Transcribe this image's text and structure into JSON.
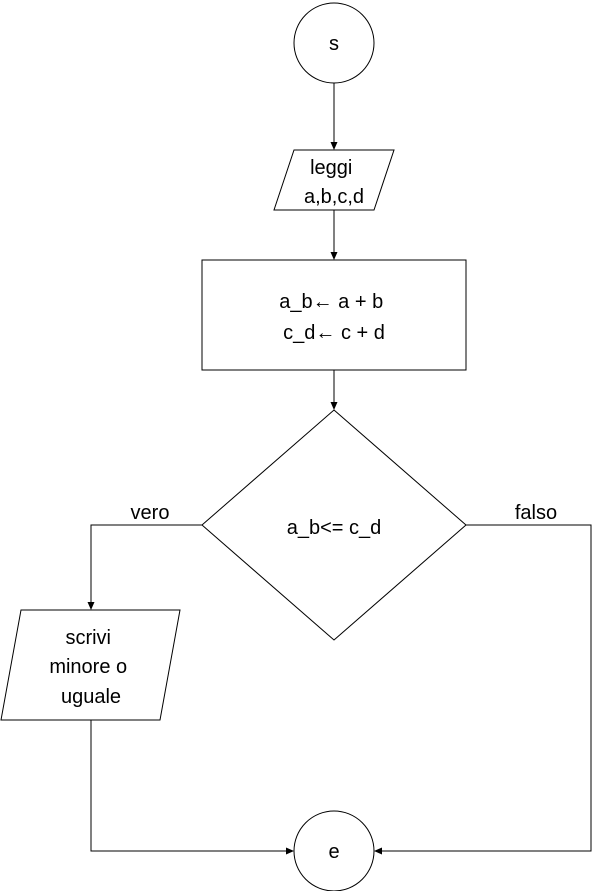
{
  "nodes": {
    "start": {
      "label": "s"
    },
    "input": {
      "lines": [
        "leggi",
        "a,b,c,d"
      ]
    },
    "process": {
      "lines": [
        "a_b← a + b",
        "c_d← c + d"
      ]
    },
    "decision": {
      "label": "a_b<= c_d"
    },
    "output": {
      "lines": [
        "scrivi",
        "minore o",
        "uguale"
      ]
    },
    "end": {
      "label": "e"
    }
  },
  "edges": {
    "true_label": "vero",
    "false_label": "falso"
  }
}
